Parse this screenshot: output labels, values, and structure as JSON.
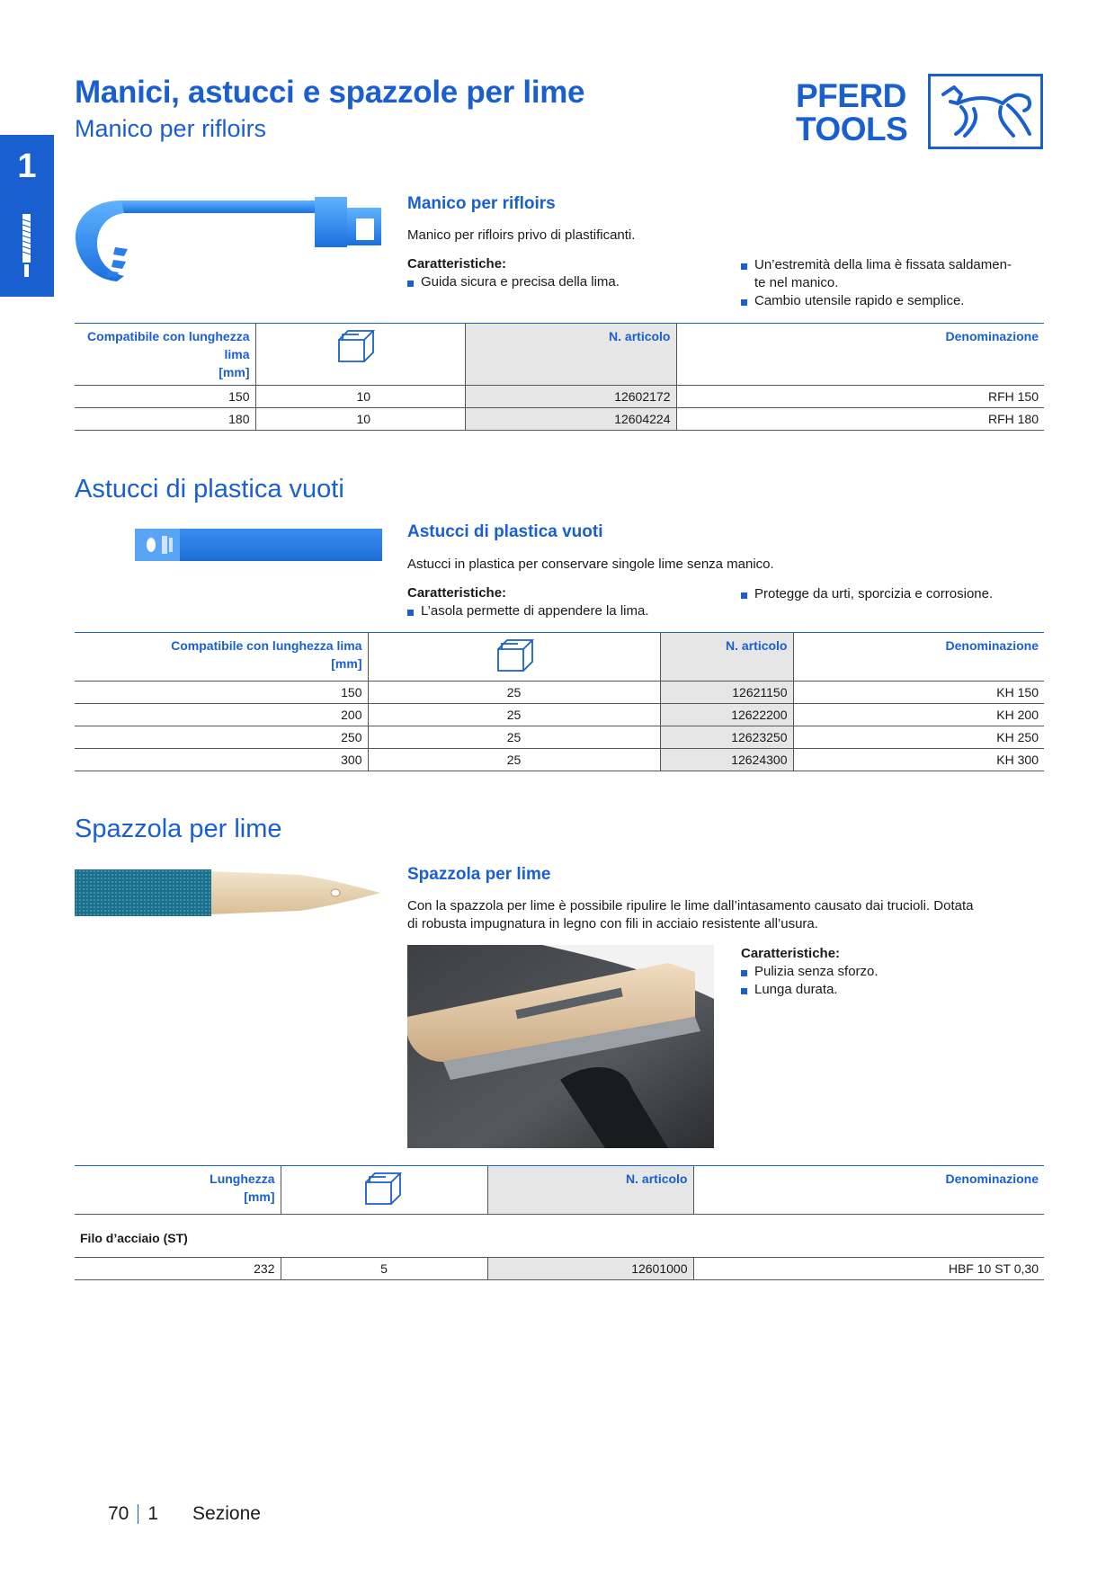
{
  "header": {
    "title": "Manici, astucci e spazzole per lime",
    "subtitle": "Manico per rifloirs",
    "logo_line1": "PFERD",
    "logo_line2": "TOOLS"
  },
  "side_tab": {
    "number": "1"
  },
  "section1": {
    "heading": "Manico per rifloirs",
    "description": "Manico per rifloirs privo di plastificanti.",
    "features_label": "Caratteristiche:",
    "features_left": [
      "Guida sicura e precisa della lima."
    ],
    "features_right": [
      "Un’estremità della lima è fissata saldamen-",
      "Cambio utensile rapido e semplice."
    ],
    "features_right_cont": "te nel manico.",
    "table": {
      "headers": [
        "Compatibile con lunghezza",
        "lima",
        "[mm]",
        "N. articolo",
        "Denominazione"
      ],
      "rows": [
        [
          "150",
          "10",
          "12602172",
          "RFH 150"
        ],
        [
          "180",
          "10",
          "12604224",
          "RFH 180"
        ]
      ]
    }
  },
  "section2": {
    "title": "Astucci di plastica vuoti",
    "heading": "Astucci di plastica vuoti",
    "description": "Astucci in plastica per conservare singole lime senza manico.",
    "features_label": "Caratteristiche:",
    "features_left": [
      "L’asola permette di appendere la lima."
    ],
    "features_right": [
      "Protegge da urti, sporcizia e corrosione."
    ],
    "table": {
      "headers": [
        "Compatibile con lunghezza lima",
        "[mm]",
        "N. articolo",
        "Denominazione"
      ],
      "rows": [
        [
          "150",
          "25",
          "12621150",
          "KH 150"
        ],
        [
          "200",
          "25",
          "12622200",
          "KH 200"
        ],
        [
          "250",
          "25",
          "12623250",
          "KH 250"
        ],
        [
          "300",
          "25",
          "12624300",
          "KH 300"
        ]
      ]
    }
  },
  "section3": {
    "title": "Spazzola per lime",
    "heading": "Spazzola per lime",
    "description_line1": "Con la spazzola per lime è possibile ripulire le lime dall’intasamento causato dai trucioli. Dotata",
    "description_line2": "di robusta impugnatura in legno con fili in acciaio resistente all’usura.",
    "features_label": "Caratteristiche:",
    "features": [
      "Pulizia senza sforzo.",
      "Lunga durata."
    ],
    "table": {
      "headers": [
        "Lunghezza",
        "[mm]",
        "N. articolo",
        "Denominazione"
      ],
      "group_label": "Filo d’acciaio (ST)",
      "rows": [
        [
          "232",
          "5",
          "12601000",
          "HBF 10 ST 0,30"
        ]
      ]
    }
  },
  "footer": {
    "page": "70",
    "section_num": "1",
    "section_label": "Sezione"
  },
  "colors": {
    "accent": "#1a5fd0",
    "shade": "#e6e6e6"
  },
  "icons": [
    "package-box-icon",
    "horse-logo-icon",
    "file-icon"
  ]
}
